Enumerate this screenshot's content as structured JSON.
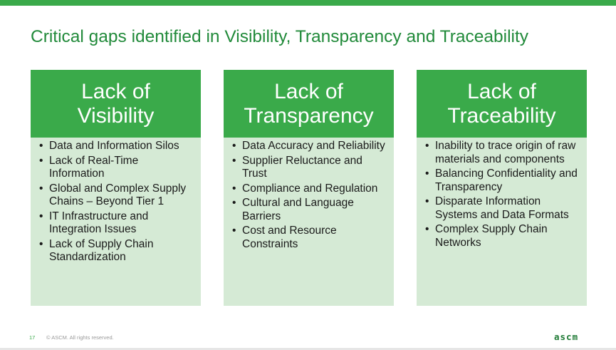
{
  "slide": {
    "title": "Critical gaps identified in Visibility, Transparency and Traceability",
    "columns": [
      {
        "heading": [
          "Lack of",
          "Visibility"
        ],
        "items": [
          "Data and Information Silos",
          "Lack of Real-Time Information",
          "Global and Complex Supply Chains – Beyond Tier 1",
          "IT Infrastructure and Integration Issues",
          "Lack of Supply Chain Standardization"
        ]
      },
      {
        "heading": [
          "Lack of",
          "Transparency"
        ],
        "items": [
          "Data Accuracy and Reliability",
          "Supplier Reluctance and Trust",
          "Compliance and Regulation",
          "Cultural and Language Barriers",
          "Cost and Resource Constraints"
        ]
      },
      {
        "heading": [
          "Lack of",
          "Traceability"
        ],
        "items": [
          "Inability to trace origin of raw materials and components",
          "Balancing Confidentiality and Transparency",
          "Disparate Information Systems and Data Formats",
          "Complex Supply Chain Networks"
        ]
      }
    ]
  },
  "footer": {
    "page_number": "17",
    "copyright": "© ASCM. All rights reserved.",
    "logo_text": "ascm"
  },
  "colors": {
    "accent_green": "#3aaa4a",
    "title_green": "#218a3a",
    "panel_light_green": "#d5ead5"
  }
}
